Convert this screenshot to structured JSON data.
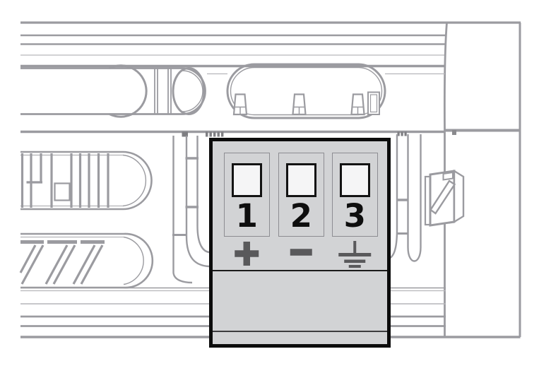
{
  "diagram": {
    "type": "terminal-block-wiring-illustration",
    "description": "Rear-panel line-art close-up with a highlighted 3-pole power terminal block",
    "colors": {
      "line_art": "#9b9ba0",
      "line_art_light": "#b6b6ba",
      "block_fill": "#d2d3d5",
      "block_border": "#0c0c0c",
      "terminal_slot_fill": "#f5f5f6",
      "symbol": "#59595b",
      "number": "#0e0e0e"
    },
    "terminals": [
      {
        "number": "1",
        "symbol": "plus",
        "symbol_label": "+"
      },
      {
        "number": "2",
        "symbol": "minus",
        "symbol_label": "−"
      },
      {
        "number": "3",
        "symbol": "ground",
        "symbol_label": "⏚"
      }
    ]
  }
}
